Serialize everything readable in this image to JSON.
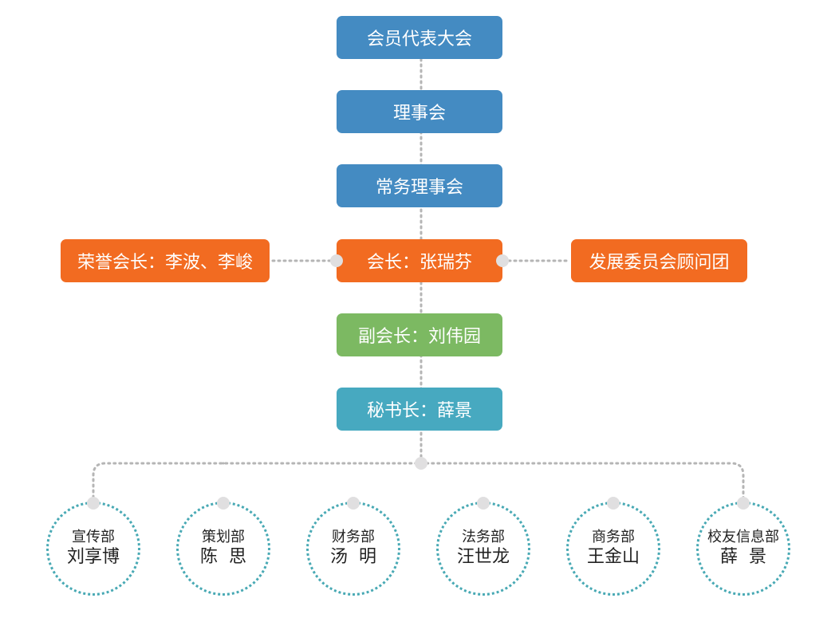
{
  "hierarchy": [
    {
      "label": "会员代表大会",
      "color": "#448bc2"
    },
    {
      "label": "理事会",
      "color": "#448bc2"
    },
    {
      "label": "常务理事会",
      "color": "#448bc2"
    },
    {
      "label": "会长：张瑞芬",
      "color": "#f26b21"
    },
    {
      "label": "副会长：刘伟园",
      "color": "#7cb962"
    },
    {
      "label": "秘书长：薛景",
      "color": "#47a9c0"
    }
  ],
  "side": {
    "left": "荣誉会长：李波、李峻",
    "right": "发展委员会顾问团"
  },
  "departments": [
    {
      "dept": "宣传部",
      "person": "刘享博"
    },
    {
      "dept": "策划部",
      "person": "陈  思"
    },
    {
      "dept": "财务部",
      "person": "汤  明"
    },
    {
      "dept": "法务部",
      "person": "汪世龙"
    },
    {
      "dept": "商务部",
      "person": "王金山"
    },
    {
      "dept": "校友信息部",
      "person": "薛  景"
    }
  ]
}
